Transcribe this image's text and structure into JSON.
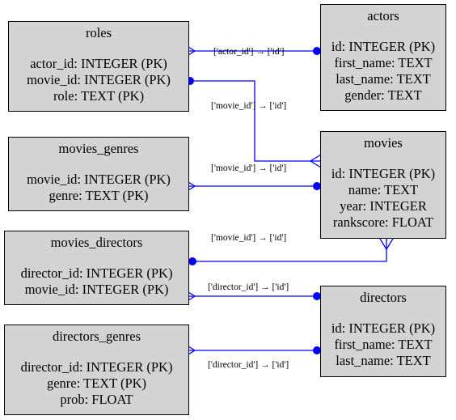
{
  "tables": {
    "roles": {
      "name": "roles",
      "fields": [
        "actor_id: INTEGER (PK)",
        "movie_id: INTEGER (PK)",
        "role: TEXT (PK)"
      ]
    },
    "actors": {
      "name": "actors",
      "fields": [
        "id: INTEGER (PK)",
        "first_name: TEXT",
        "last_name: TEXT",
        "gender: TEXT"
      ]
    },
    "movies_genres": {
      "name": "movies_genres",
      "fields": [
        "movie_id: INTEGER (PK)",
        "genre: TEXT (PK)"
      ]
    },
    "movies": {
      "name": "movies",
      "fields": [
        "id: INTEGER (PK)",
        "name: TEXT",
        "year: INTEGER",
        "rankscore: FLOAT"
      ]
    },
    "movies_directors": {
      "name": "movies_directors",
      "fields": [
        "director_id: INTEGER (PK)",
        "movie_id: INTEGER (PK)"
      ]
    },
    "directors": {
      "name": "directors",
      "fields": [
        "id: INTEGER (PK)",
        "first_name: TEXT",
        "last_name: TEXT"
      ]
    },
    "directors_genres": {
      "name": "directors_genres",
      "fields": [
        "director_id: INTEGER (PK)",
        "genre: TEXT (PK)",
        "prob: FLOAT"
      ]
    }
  },
  "edges": {
    "roles_actors": "['actor_id'] → ['id']",
    "roles_movies": "['movie_id'] → ['id']",
    "movies_genres_movies": "['movie_id'] → ['id']",
    "movies_directors_movies": "['movie_id'] → ['id']",
    "movies_directors_directors": "['director_id'] → ['id']",
    "directors_genres_directors": "['director_id'] → ['id']"
  },
  "colors": {
    "edge": "#0000ff",
    "table_fill": "#d3d3d3",
    "border": "#000000"
  }
}
